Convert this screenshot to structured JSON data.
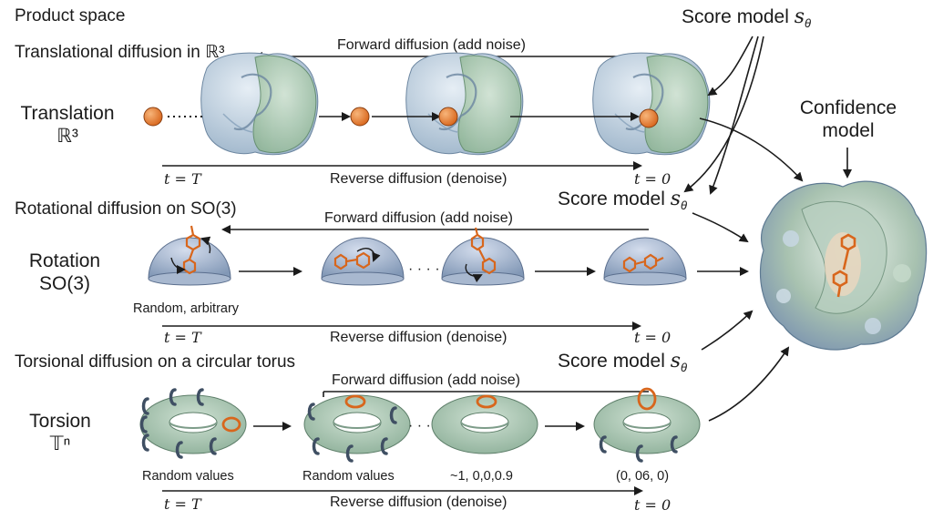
{
  "title": "Product space",
  "score_model": {
    "label": "Score model",
    "symbol": "s",
    "subscript": "θ"
  },
  "confidence_model": {
    "line1": "Confidence",
    "line2": "model"
  },
  "rows": {
    "translation": {
      "section": "Translational diffusion in ℝ³",
      "forward": "Forward diffusion (add noise)",
      "reverse": "Reverse diffusion (denoise)",
      "name": "Translation",
      "space": "ℝ³",
      "t_start": "t = T",
      "t_end": "t = 0"
    },
    "rotation": {
      "section": "Rotational diffusion on SO(3)",
      "forward": "Forward diffusion (add noise)",
      "reverse": "Reverse diffusion (denoise)",
      "name": "Rotation",
      "space": "SO(3)",
      "caption": "Random, arbitrary",
      "t_start": "t = T",
      "t_end": "t = 0",
      "ellipsis": "· · · ·"
    },
    "torsion": {
      "section": "Torsional diffusion on a circular torus",
      "forward": "Forward diffusion (add noise)",
      "reverse": "Reverse diffusion (denoise)",
      "name": "Torsion",
      "space": "𝕋ⁿ",
      "captions": [
        "Random values",
        "Random values",
        "~1, 0,0,0.9",
        "(0, 06, 0)"
      ],
      "t_start": "t = T",
      "t_end": "t = 0",
      "ellipsis": "· · ·"
    }
  },
  "colors": {
    "ligand": "#e07b2a",
    "protein_blue": "#b9cfe0",
    "protein_green": "#a9c7ae",
    "hemisphere": "#9fb2cc",
    "torus": "#a8c4b2",
    "arrow": "#1b1b1b"
  }
}
